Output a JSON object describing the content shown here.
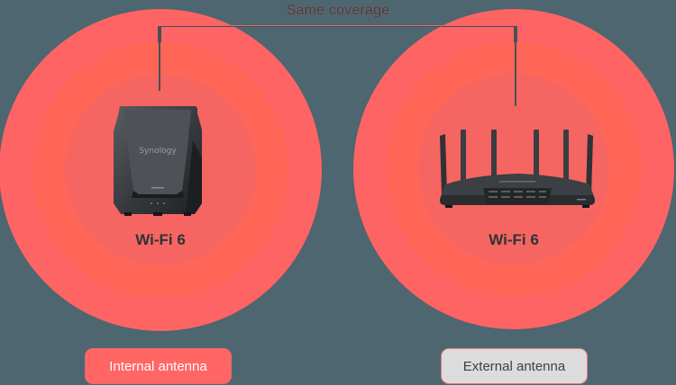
{
  "diagram": {
    "title": "Same coverage",
    "colors": {
      "background": "#4d6670",
      "outer_ring": "#ff6464",
      "middle_ring": "#ff6658",
      "inner_ring": "#f56562",
      "connector": "#4a4f55",
      "text_dark": "#2f3238"
    },
    "devices": [
      {
        "name": "internal-antenna-router",
        "brand_text": "Synology",
        "standard_label": "Wi-Fi 6",
        "antenna_type_button": "Internal antenna",
        "button_state": "active"
      },
      {
        "name": "external-antenna-router",
        "standard_label": "Wi-Fi 6",
        "antenna_type_button": "External antenna",
        "button_state": "inactive"
      }
    ]
  }
}
